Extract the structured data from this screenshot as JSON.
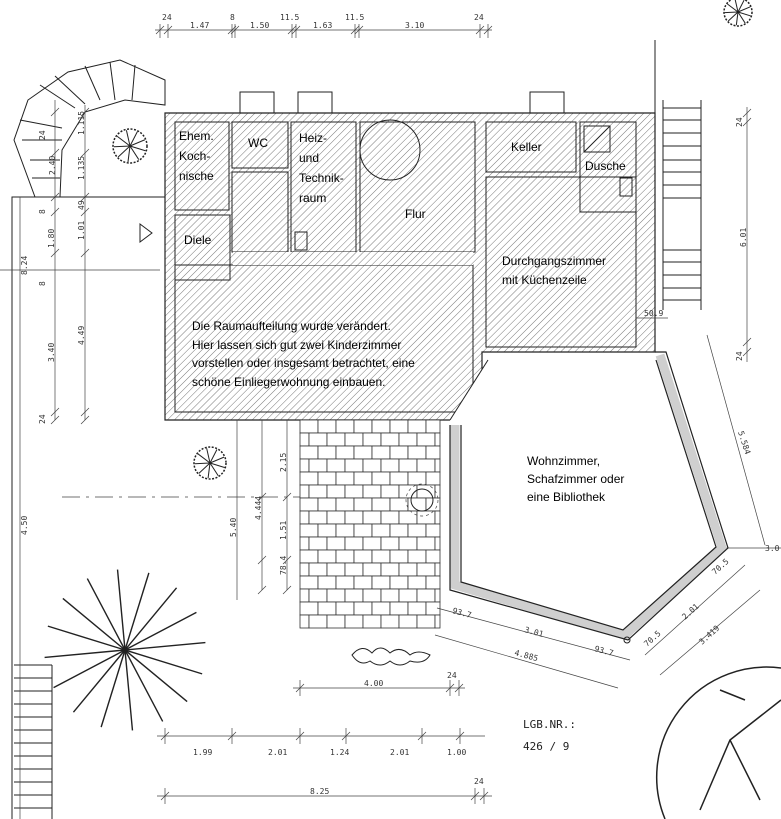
{
  "rooms": {
    "kochnische": [
      "Ehem.",
      "Koch-",
      "nische"
    ],
    "wc": "WC",
    "heiz": [
      "Heiz-",
      "und",
      "Technik-",
      "raum"
    ],
    "flur": "Flur",
    "keller": "Keller",
    "dusche": "Dusche",
    "diele": "Diele",
    "durchgang": [
      "Durchgangszimmer",
      "mit Küchenzeile"
    ],
    "note": [
      "Die Raumaufteilung wurde verändert.",
      "Hier lassen sich gut zwei Kinderzimmer",
      "vorstellen oder insgesamt betrachtet, eine",
      "schöne Einliegerwohnung einbauen."
    ],
    "wohn": [
      "Wohnzimmer,",
      "Schafzimmer oder",
      "eine Bibliothek"
    ]
  },
  "dims": {
    "top": [
      "24",
      "1.47",
      "8",
      "1.50",
      "11.5",
      "1.63",
      "11.5",
      "3.10",
      "24"
    ],
    "left_outer": [
      "8.24",
      "4.50"
    ],
    "left_mid": [
      "2.40",
      "8",
      "1.80",
      "8",
      "3.40",
      "24",
      "24"
    ],
    "left_inner": [
      "1.115",
      "1.135",
      "49",
      "1.01",
      "4.49"
    ],
    "terrace": [
      "5.40",
      "4.444",
      "2.15",
      "1.51",
      "78.4"
    ],
    "right": [
      "24",
      "6.01",
      "24",
      "50.9",
      "5.584",
      "3.0"
    ],
    "bay_bottom": [
      "93.7",
      "3.01",
      "93.7",
      "4.885"
    ],
    "bay_right": [
      "70.5",
      "2.01",
      "70.5",
      "3.419"
    ],
    "bottom_terrace": [
      "4.00",
      "24"
    ],
    "bottom_chain": [
      "1.99",
      "2.01",
      "1.24",
      "2.01",
      "1.00"
    ],
    "bottom_total": [
      "8.25",
      "24"
    ]
  },
  "lgb": {
    "label": "LGB.NR.:",
    "number": "426 / 9"
  },
  "colors": {
    "wall_gray": "#cfcfcf",
    "line": "#222222"
  }
}
